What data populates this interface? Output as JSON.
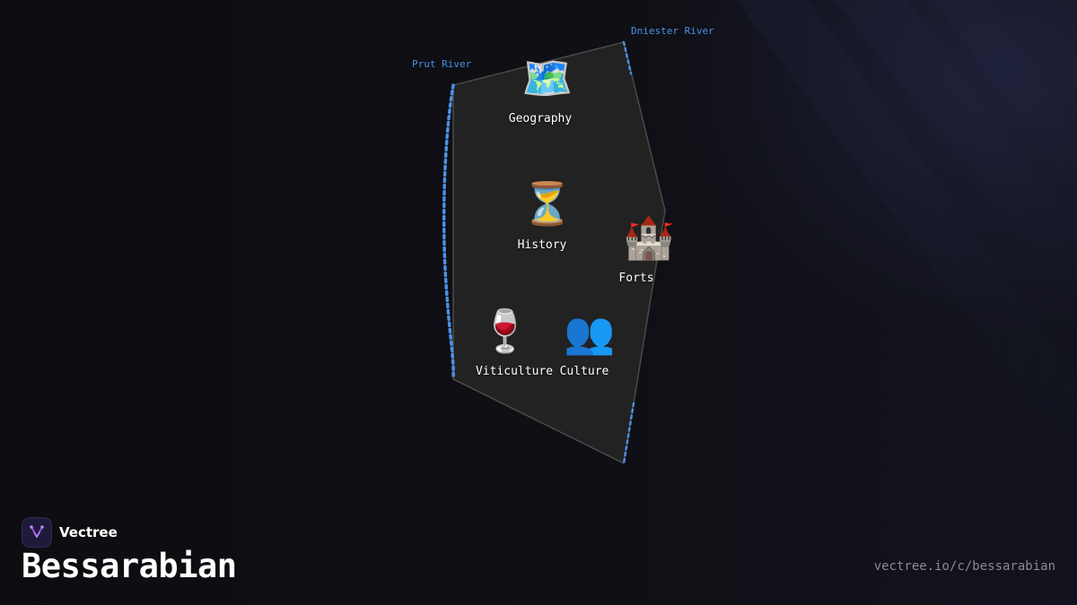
{
  "map": {
    "rivers": [
      {
        "id": "prut",
        "label": "Prut River",
        "color": "#4a90e2"
      },
      {
        "id": "dniester",
        "label": "Dniester River",
        "color": "#4a90e2"
      }
    ],
    "region_fill": "#222222",
    "topics": [
      {
        "id": "geography",
        "label": "Geography",
        "emoji": "🗺️",
        "icon": "world-map-icon"
      },
      {
        "id": "history",
        "label": "History",
        "emoji": "⏳",
        "icon": "hourglass-icon"
      },
      {
        "id": "forts",
        "label": "Forts",
        "emoji": "🏰",
        "icon": "castle-icon"
      },
      {
        "id": "viticulture",
        "label": "Viticulture",
        "emoji": "🍷",
        "icon": "wine-glass-icon"
      },
      {
        "id": "culture",
        "label": "Culture",
        "emoji": "👥",
        "icon": "people-icon"
      }
    ]
  },
  "footer": {
    "brand_name": "Vectree",
    "title": "Bessarabian",
    "url": "vectree.io/c/bessarabian"
  },
  "colors": {
    "background": "#0e0e13",
    "brand_accent": "#a855f7",
    "url_text": "#8a8a92"
  }
}
